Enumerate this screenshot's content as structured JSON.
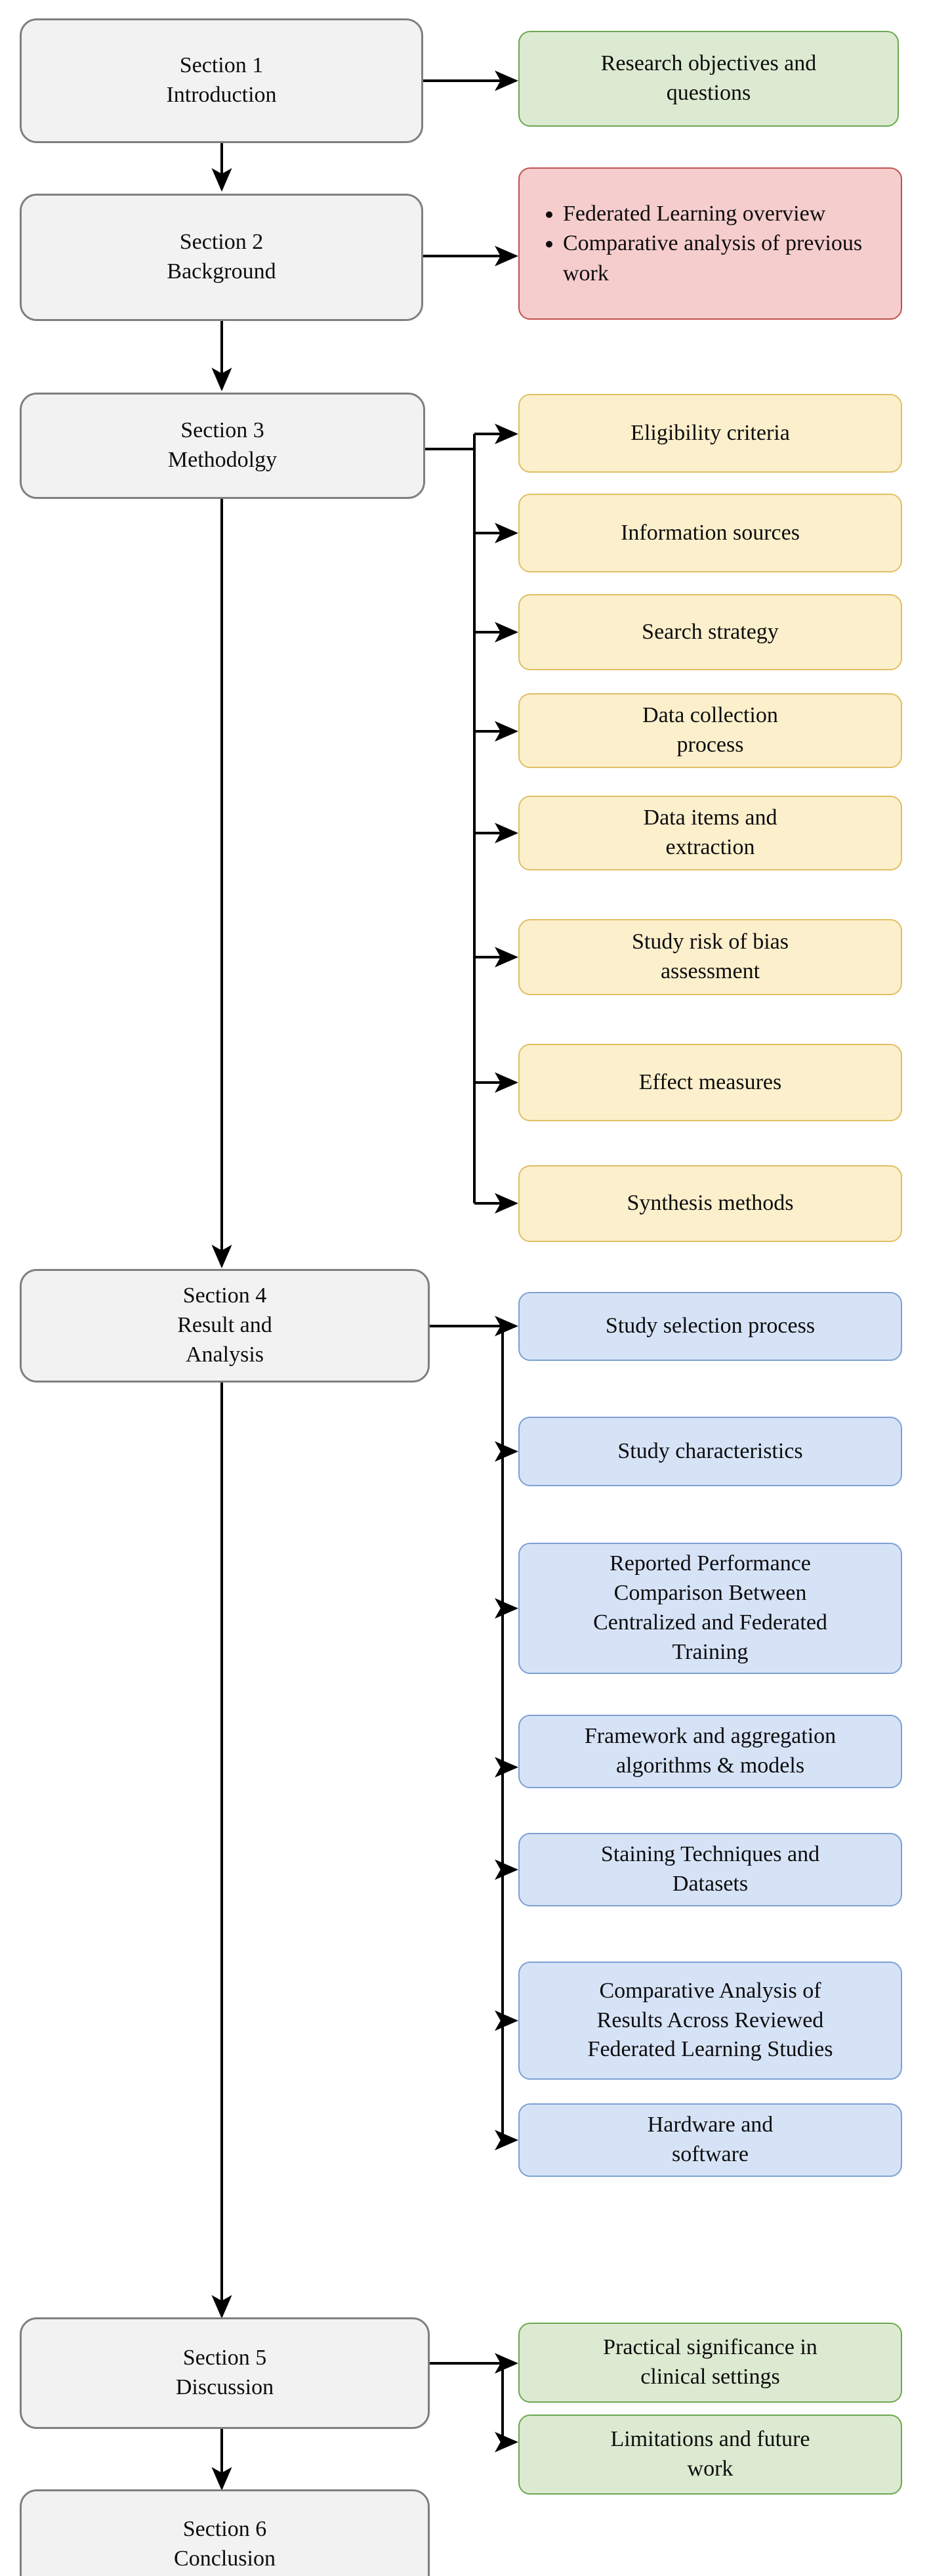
{
  "diagram": {
    "title": "Paper structure flowchart",
    "colors": {
      "section_fill": "#f2f2f2",
      "section_border": "#7f7f7f",
      "green_fill": "#dcead1",
      "green_border": "#6aa84f",
      "pink_fill": "#f6cdcd",
      "pink_border": "#c0504d",
      "yellow_fill": "#fcefcc",
      "yellow_border": "#e0bf63",
      "blue_fill": "#d6e3f7",
      "blue_border": "#7d9fd4",
      "connector": "#000000"
    },
    "sections": [
      {
        "id": "s1",
        "line1": "Section 1",
        "line2": "Introduction"
      },
      {
        "id": "s2",
        "line1": "Section 2",
        "line2": "Background"
      },
      {
        "id": "s3",
        "line1": "Section 3",
        "line2": "Methodolgy"
      },
      {
        "id": "s4",
        "line1": "Section 4",
        "line2": "Result and",
        "line3": "Analysis"
      },
      {
        "id": "s5",
        "line1": "Section 5",
        "line2": "Discussion"
      },
      {
        "id": "s6",
        "line1": "Section 6",
        "line2": "Conclusion"
      }
    ],
    "s1_children": [
      {
        "line1": "Research objectives and",
        "line2": "questions"
      }
    ],
    "s2_children_bullets": [
      "Federated Learning overview",
      "Comparative analysis of previous work"
    ],
    "s3_children": [
      {
        "line1": "Eligibility criteria",
        "line2": ""
      },
      {
        "line1": "Information sources",
        "line2": ""
      },
      {
        "line1": "Search strategy",
        "line2": ""
      },
      {
        "line1": "Data collection",
        "line2": "process"
      },
      {
        "line1": "Data items and",
        "line2": "extraction"
      },
      {
        "line1": "Study risk of bias",
        "line2": "assessment"
      },
      {
        "line1": "Effect measures",
        "line2": ""
      },
      {
        "line1": "Synthesis methods",
        "line2": ""
      }
    ],
    "s4_children": [
      {
        "line1": "Study selection process",
        "line2": "",
        "line3": "",
        "line4": ""
      },
      {
        "line1": "Study characteristics",
        "line2": "",
        "line3": "",
        "line4": ""
      },
      {
        "line1": "Reported Performance",
        "line2": "Comparison Between",
        "line3": "Centralized and Federated",
        "line4": "Training"
      },
      {
        "line1": "Framework and aggregation",
        "line2": "algorithms & models",
        "line3": "",
        "line4": ""
      },
      {
        "line1": "Staining Techniques and",
        "line2": "Datasets",
        "line3": "",
        "line4": ""
      },
      {
        "line1": "Comparative Analysis of",
        "line2": "Results Across Reviewed",
        "line3": "Federated Learning Studies",
        "line4": ""
      },
      {
        "line1": "Hardware and",
        "line2": "software",
        "line3": "",
        "line4": ""
      }
    ],
    "s5_children": [
      {
        "line1": "Practical significance in",
        "line2": "clinical settings"
      },
      {
        "line1": "Limitations and future",
        "line2": "work"
      }
    ]
  }
}
